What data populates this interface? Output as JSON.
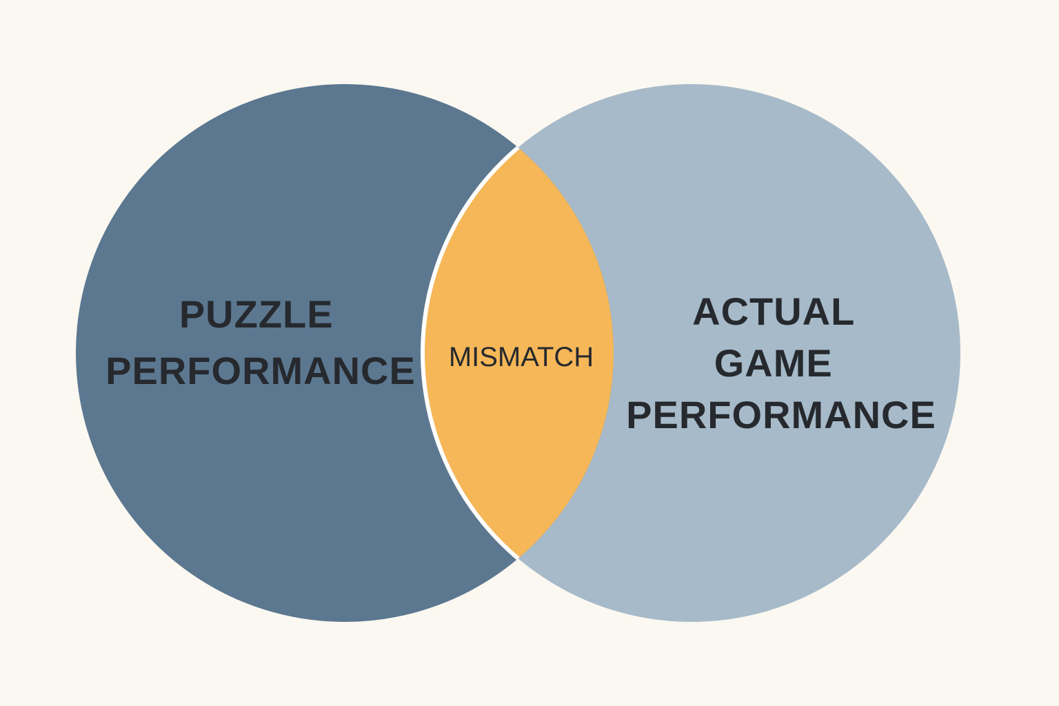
{
  "diagram": {
    "type": "venn",
    "colors": {
      "background": "#fbf7f1",
      "left_fill": "#5c7890",
      "right_fill": "#a6bac9",
      "overlap_fill": "#f5b758",
      "outline": "#ffffff",
      "text": "#262a2e"
    },
    "sets": [
      {
        "lines": [
          "PUZZLE",
          "PERFORMANCE"
        ]
      },
      {
        "lines": [
          "ACTUAL",
          "GAME",
          "PERFORMANCE"
        ]
      }
    ],
    "overlap": {
      "label": "MISMATCH"
    }
  }
}
